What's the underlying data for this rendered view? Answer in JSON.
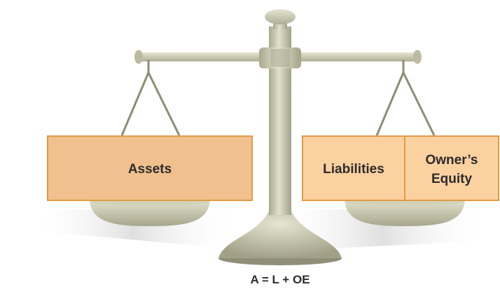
{
  "diagram": {
    "left_pan": {
      "boxes": [
        {
          "label": "Assets"
        }
      ]
    },
    "right_pan": {
      "boxes": [
        {
          "label": "Liabilities"
        },
        {
          "label_line1": "Owner’s",
          "label_line2": "Equity"
        }
      ]
    },
    "equation": "A = L + OE"
  },
  "colors": {
    "assets_box": "#f0c08e",
    "liabilities_box": "#fcd1a0",
    "box_border": "#e39a45",
    "metal": "#c7c6ac",
    "metal_dark": "#9c9b82",
    "metal_light": "#e4e3cf"
  }
}
